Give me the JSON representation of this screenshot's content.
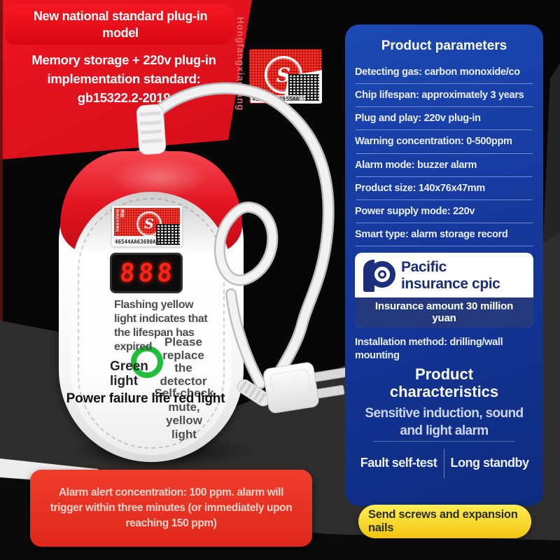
{
  "banner": {
    "title": "New national standard plug-in\nmodel"
  },
  "subtitle": "Memory storage + 220v plug-in\nimplementation standard:\ngb15322.2-2019",
  "watermark": "Hongfangxiaofang",
  "cert_stamp": {
    "logo_letter": "S",
    "serial": "43267AA58955AA"
  },
  "device": {
    "display_value": "888",
    "sticker": {
      "side_text": "消防XIAOFANG",
      "logo_letter": "S",
      "serial": "46544AA63690AA"
    },
    "labels": {
      "flashing_yellow": "Flashing yellow\nlight indicates that\nthe lifespan has\nexpired",
      "please_replace": "Please\nreplace\nthe\ndetector",
      "green_light": "Green\nlight",
      "self_check": "Self-check\nmute,\nyellow\nlight",
      "power_failure": "Power failure life red light"
    }
  },
  "panel": {
    "title": "Product parameters",
    "items": [
      "Detecting gas: carbon monoxide/co",
      "Chip lifespan: approximately 3 years",
      "Plug and play: 220v plug-in",
      "Warning concentration: 0-500ppm",
      "Alarm mode: buzzer alarm",
      "Product size: 140x76x47mm",
      "Power supply mode: 220v",
      "Smart type: alarm storage record"
    ],
    "insurance": {
      "brand": "Pacific\ninsurance cpic",
      "amount": "Insurance amount 30 million\nyuan"
    },
    "installation": "Installation method: drilling/wall\nmounting",
    "characteristics_title": "Product\ncharacteristics",
    "feature_main": "Sensitive induction, sound\nand light alarm",
    "feature_left": "Fault self-test",
    "feature_right": "Long standby",
    "bonus": "Send screws and expansion\nnails"
  },
  "alert_box": "Alarm alert concentration: 100 ppm. alarm will\ntrigger within three minutes (or immediately upon\nreaching 150 ppm)",
  "colors": {
    "accent_red": "#e60e18",
    "panel_blue": "#16399e",
    "insurance_navy": "#1b2f7e",
    "bonus_yellow": "#f2c40f",
    "alert_red": "#e8392b",
    "led_red": "#ff2416",
    "ok_green": "#1fbf3a"
  }
}
